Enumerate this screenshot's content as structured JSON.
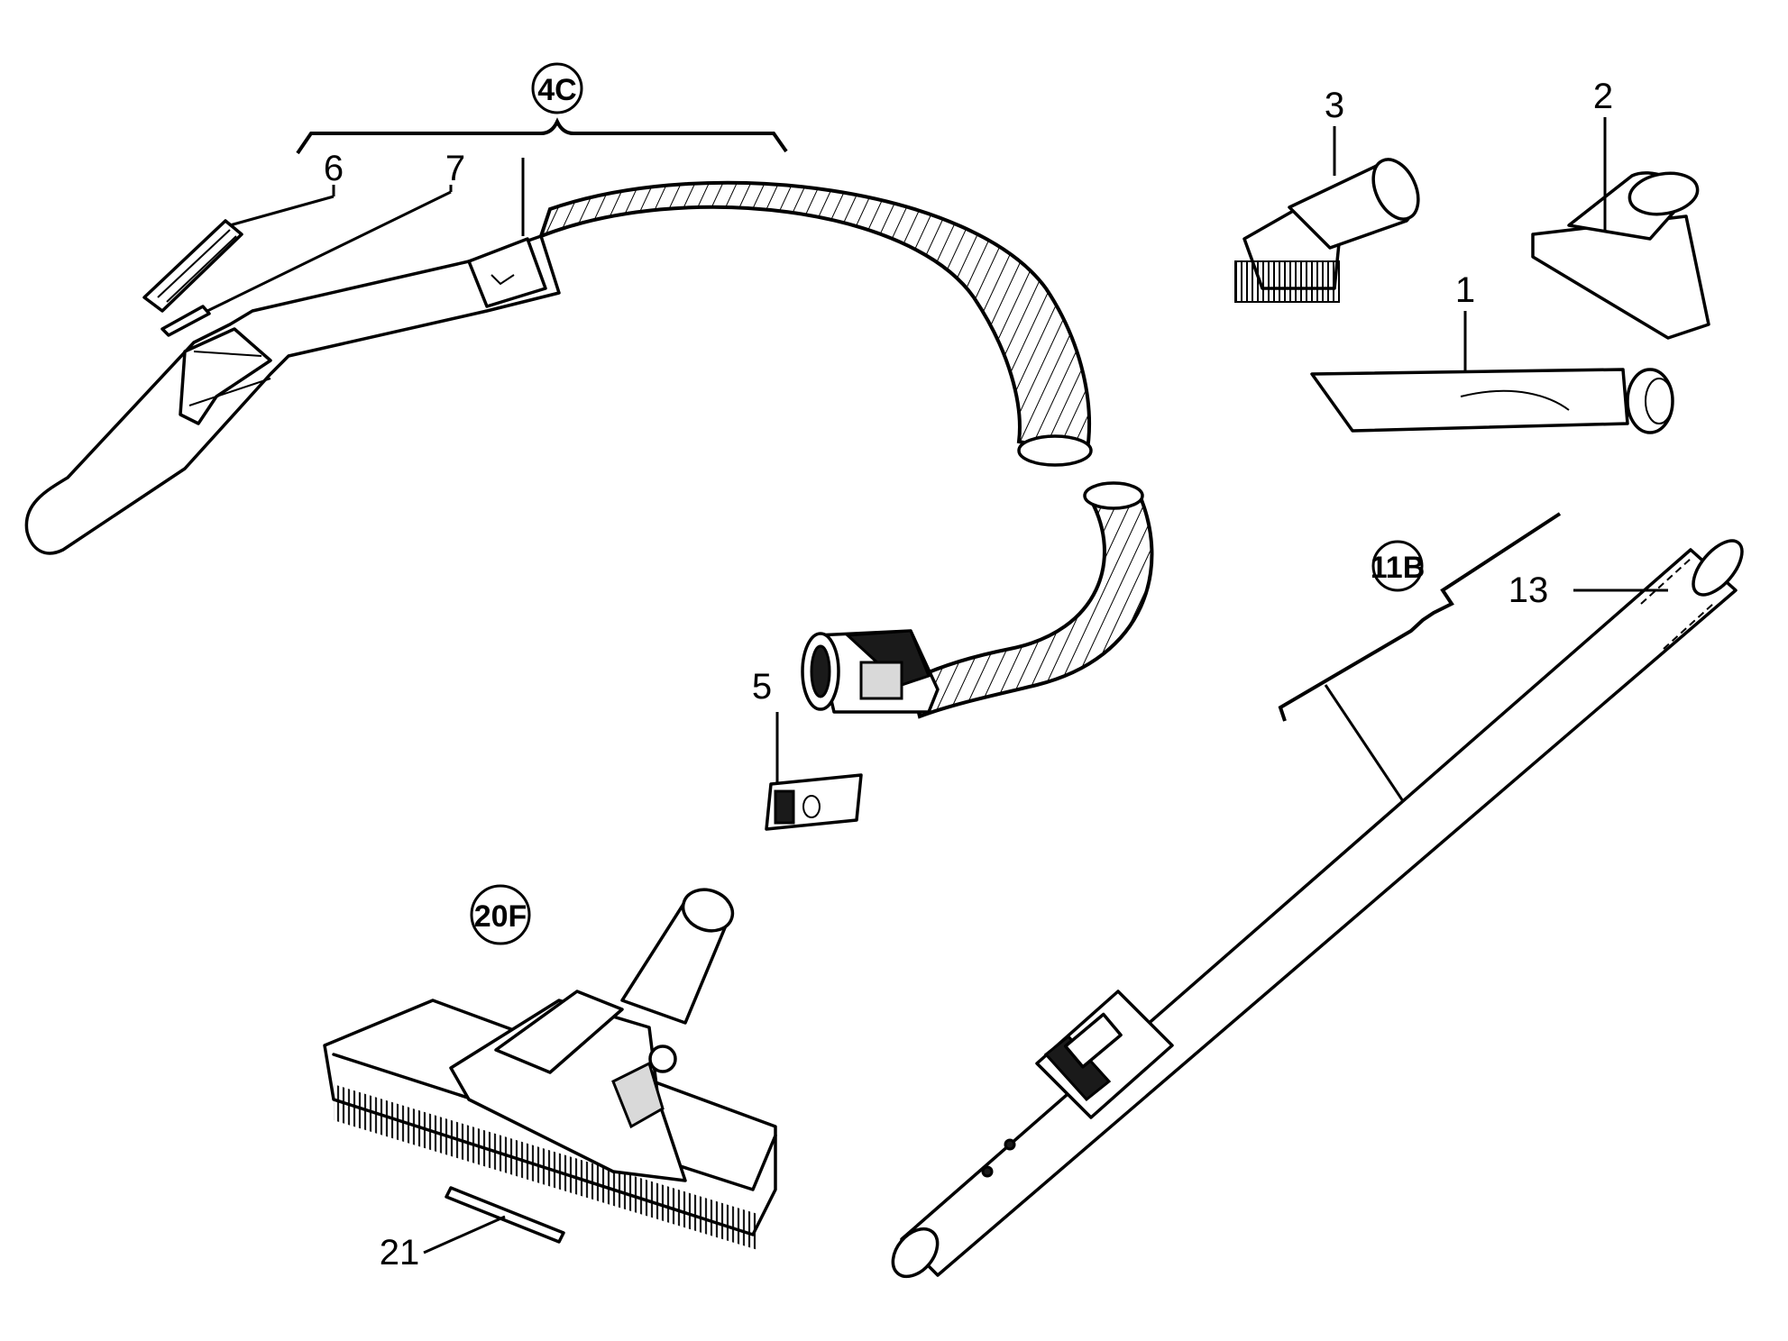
{
  "callouts": {
    "assembly_hose": "4C",
    "assembly_wand": "11B",
    "assembly_floor_tool": "20F"
  },
  "labels": {
    "crevice_tool": "1",
    "upholstery_tool": "2",
    "dusting_brush": "3",
    "hose_clip": "5",
    "handle_clip": "6",
    "handle_spring": "7",
    "wand_end": "13",
    "floor_tool_strip": "21"
  }
}
